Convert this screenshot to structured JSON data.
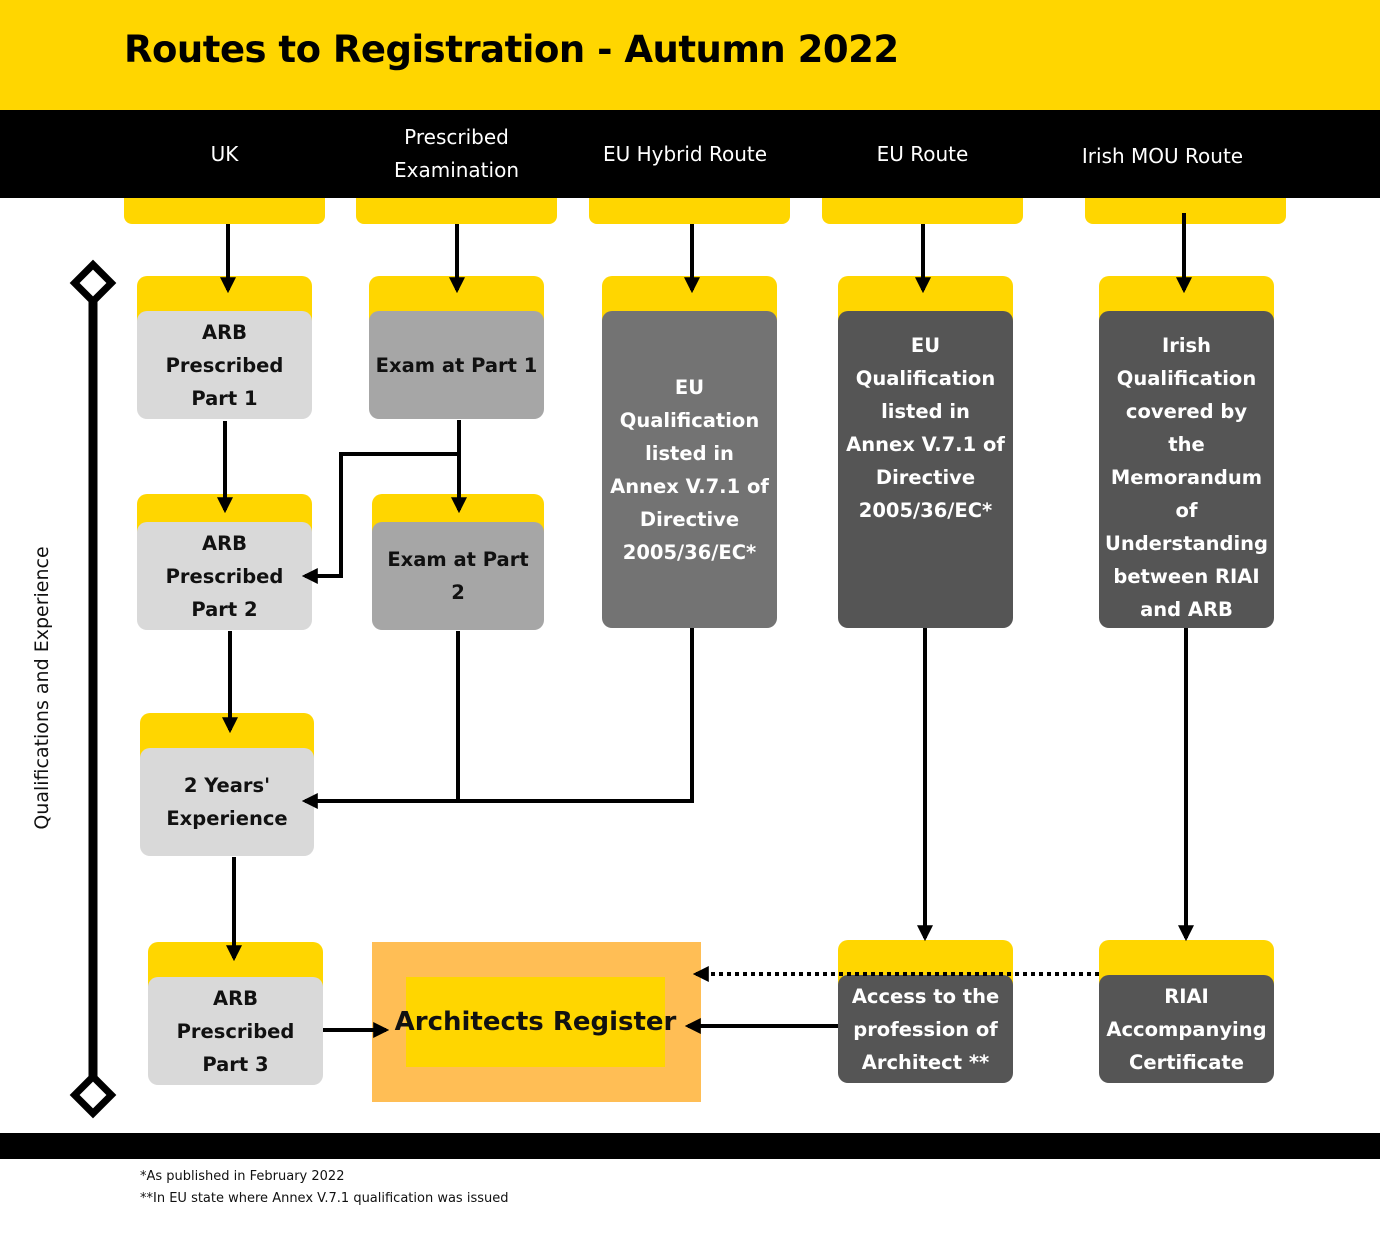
{
  "title": "Routes to Registration - Autumn 2022",
  "columns": [
    {
      "label": "UK"
    },
    {
      "label": "Prescribed Examination"
    },
    {
      "label": "EU Hybrid Route"
    },
    {
      "label": "EU Route"
    },
    {
      "label": "Irish MOU Route"
    }
  ],
  "side_label": "Qualifications and Experience",
  "boxes": {
    "arb_part1": "ARB Prescribed Part 1",
    "arb_part2": "ARB Prescribed Part 2",
    "experience": "2 Years' Experience",
    "arb_part3": "ARB Prescribed Part 3",
    "exam_part1": "Exam at Part 1",
    "exam_part2": "Exam at Part 2",
    "eu_hybrid_qual": "EU Qualification listed in Annex V.7.1 of Directive 2005/36/EC*",
    "eu_route_qual": "EU Qualification listed in Annex V.7.1 of Directive 2005/36/EC*",
    "irish_qual": "Irish Qualification covered by the Memorandum of Understanding between RIAI and ARB",
    "access_profession": "Access to the profession of Architect **",
    "riai_certificate": "RIAI Accompanying Certificate",
    "architects_register": "Architects Register"
  },
  "footnotes": [
    "*As published in February 2022",
    "**In EU state where Annex V.7.1 qualification was issued"
  ],
  "colors": {
    "yellow": "#FFD600",
    "orange": "#FFBE55",
    "black": "#000000",
    "light_gray": "#D9D9D9",
    "mid_gray": "#A6A6A6",
    "gray": "#737373",
    "dark_gray": "#555555"
  }
}
